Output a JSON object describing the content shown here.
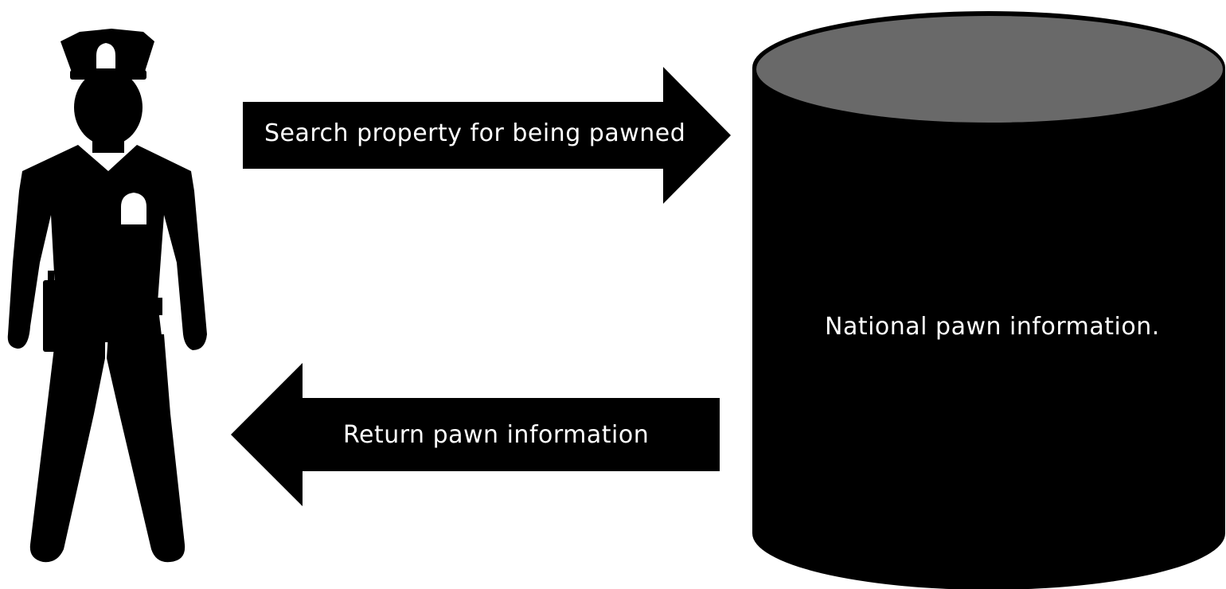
{
  "diagram": {
    "request_arrow_label": "Search property for being pawned",
    "response_arrow_label": "Return pawn information",
    "database_label": "National pawn information."
  },
  "colors": {
    "fill": "#000000",
    "database_top": "#696969",
    "text": "#ffffff",
    "background": "#ffffff"
  },
  "icons": {
    "person": "police-officer-icon",
    "store": "database-cylinder-icon"
  }
}
